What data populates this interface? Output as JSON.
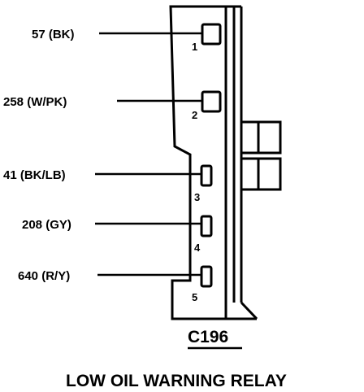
{
  "connector": {
    "id": "C196",
    "name": "LOW OIL WARNING RELAY",
    "pins": [
      {
        "pin": "1",
        "circuit": "57 (BK)"
      },
      {
        "pin": "2",
        "circuit": "258 (W/PK)"
      },
      {
        "pin": "3",
        "circuit": "41 (BK/LB)"
      },
      {
        "pin": "4",
        "circuit": "208 (GY)"
      },
      {
        "pin": "5",
        "circuit": "640 (R/Y)"
      }
    ]
  }
}
